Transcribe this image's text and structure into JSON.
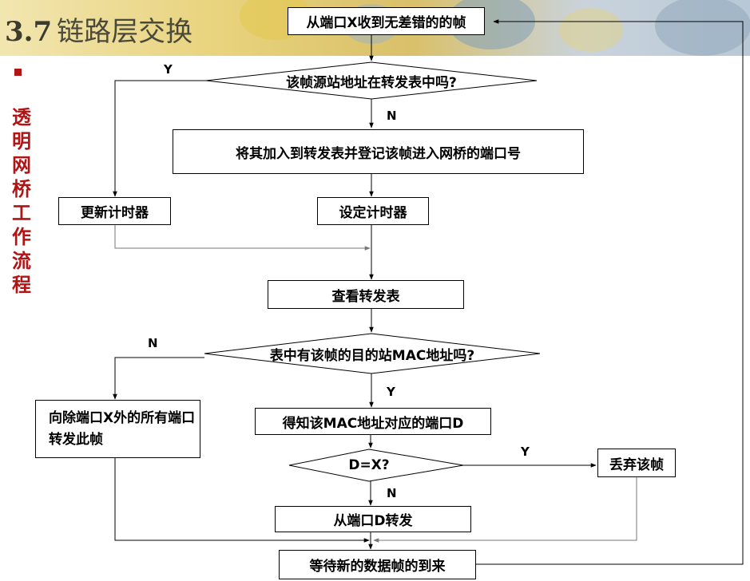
{
  "title": {
    "number": "3.7",
    "text": "链路层交换"
  },
  "side_label": "透明网桥工作流程",
  "nodes": {
    "receive": "从端口X收到无差错的的帧",
    "d1": "该帧源站地址在转发表中吗?",
    "add": "将其加入到转发表并登记该帧进入网桥的端口号",
    "update_timer": "更新计时器",
    "set_timer": "设定计时器",
    "lookup": "查看转发表",
    "d2": "表中有该帧的目的站MAC地址吗?",
    "flood": "向除端口X外的所有端口转发此帧",
    "get_port": "得知该MAC地址对应的端口D",
    "d3": "D=X?",
    "discard": "丢弃该帧",
    "forward": "从端口D转发",
    "wait": "等待新的数据帧的到来"
  },
  "edge_labels": {
    "d1_yes": "Y",
    "d1_no": "N",
    "d2_no": "N",
    "d2_yes": "Y",
    "d3_yes": "Y",
    "d3_no": "N"
  },
  "colors": {
    "accent": "#b01414",
    "banner": "#d9c06a"
  }
}
